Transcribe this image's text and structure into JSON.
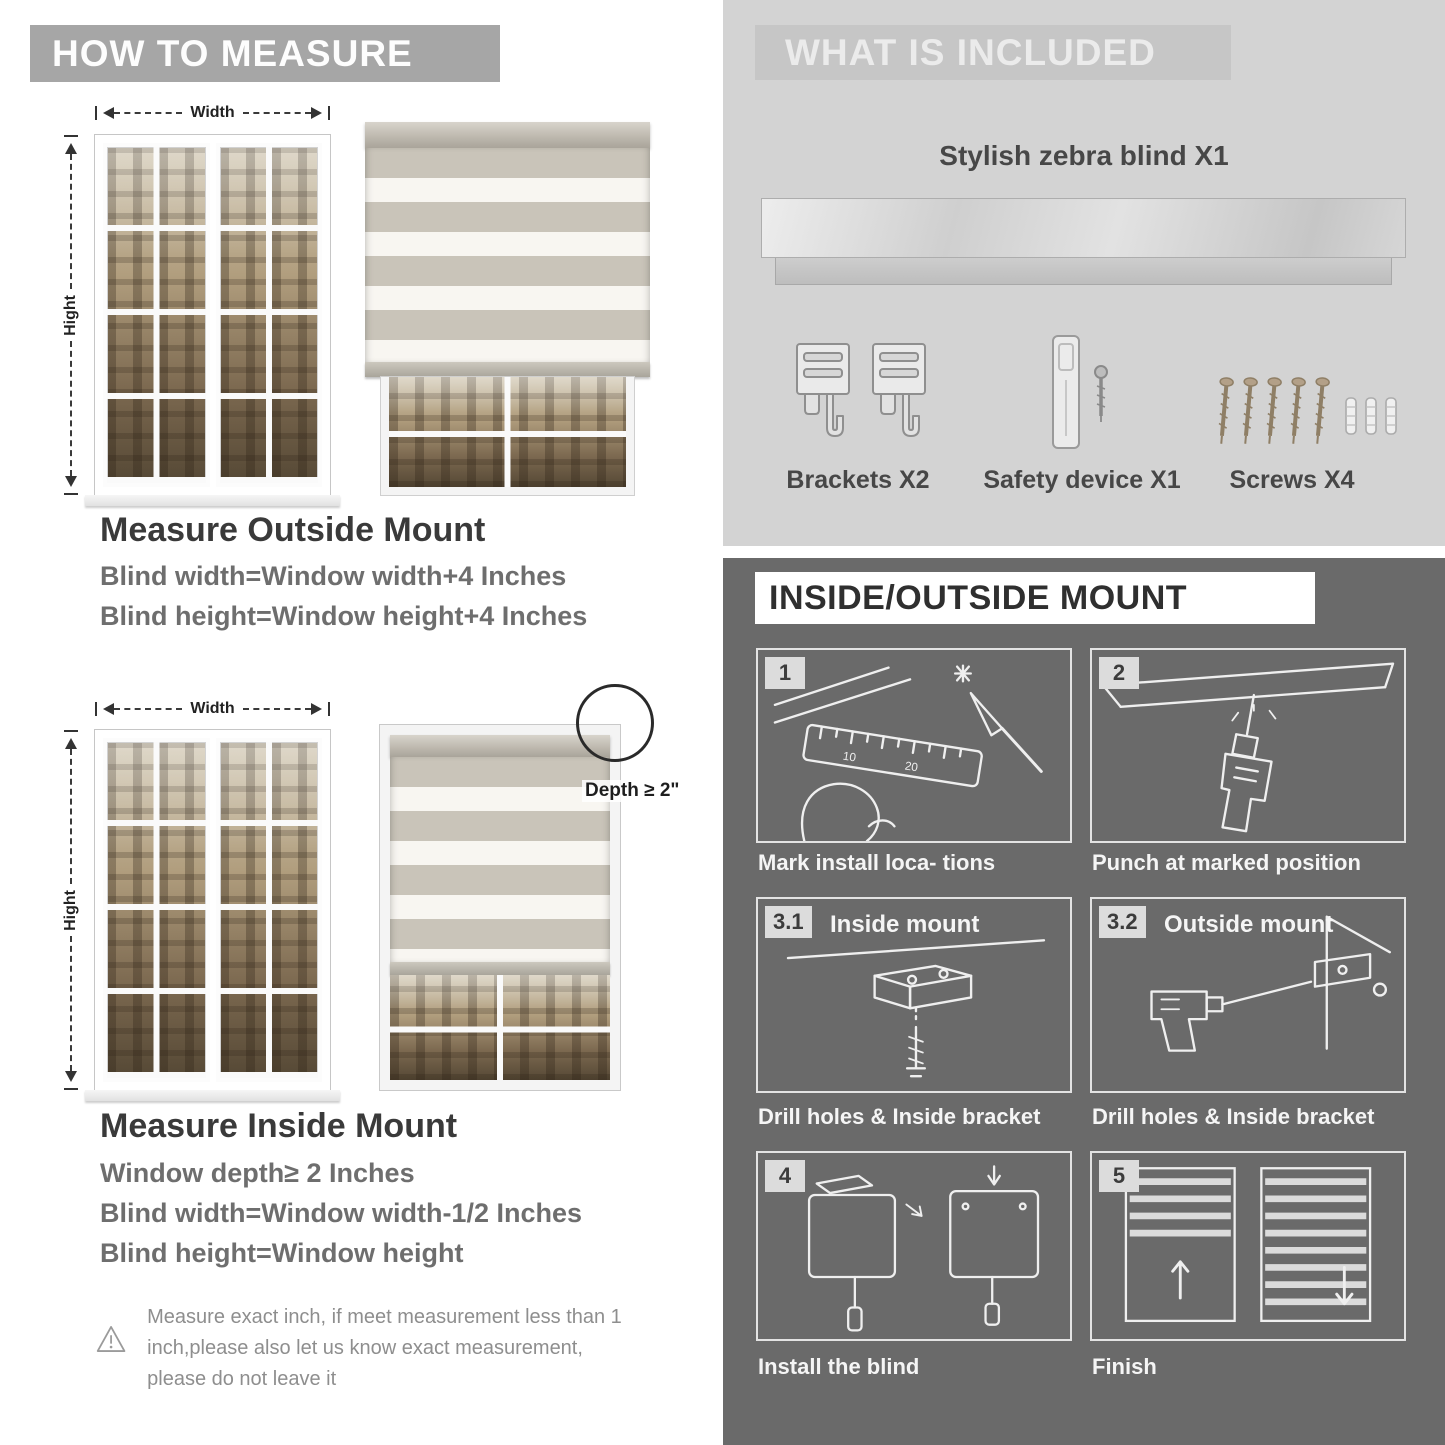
{
  "how_to_measure": {
    "banner": "HOW TO MEASURE",
    "width_label": "Width",
    "height_label": "Hight",
    "outside": {
      "heading": "Measure Outside Mount",
      "line1": "Blind width=Window width+4 Inches",
      "line2": "Blind height=Window height+4 Inches"
    },
    "inside": {
      "depth_note": "Depth ≥ 2\"",
      "heading": "Measure Inside Mount",
      "line1": "Window depth≥ 2 Inches",
      "line2": "Blind width=Window width-1/2 Inches",
      "line3": "Blind height=Window height"
    },
    "warning_text": "Measure exact inch, if meet measurement less than 1 inch,please also let us know exact measurement, please do not leave it"
  },
  "included": {
    "banner": "WHAT IS INCLUDED",
    "product_label": "Stylish zebra blind X1",
    "items": [
      {
        "label": "Brackets X2"
      },
      {
        "label": "Safety device X1"
      },
      {
        "label": "Screws X4"
      }
    ]
  },
  "mount_guide": {
    "banner": "INSIDE/OUTSIDE MOUNT",
    "steps": [
      {
        "num": "1",
        "title": "",
        "caption": "Mark install loca- tions"
      },
      {
        "num": "2",
        "title": "",
        "caption": "Punch at  marked position"
      },
      {
        "num": "3.1",
        "title": "Inside mount",
        "caption": "Drill holes &  Inside bracket"
      },
      {
        "num": "3.2",
        "title": "Outside mount",
        "caption": "Drill holes &  Inside bracket"
      },
      {
        "num": "4",
        "title": "",
        "caption": "Install the blind"
      },
      {
        "num": "5",
        "title": "",
        "caption": "Finish"
      }
    ]
  },
  "colors": {
    "banner_gray": "#a6a6a6",
    "light_panel": "#d3d3d3",
    "dark_panel": "#6a6a6a",
    "stripe_gray": "#c9c4b9",
    "stripe_sheer": "#f8f6f1"
  }
}
